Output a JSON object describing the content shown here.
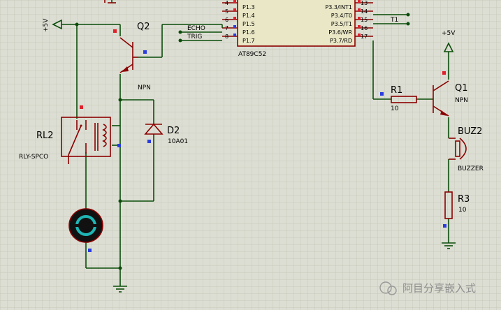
{
  "mcu": {
    "name": "AT89C52",
    "left_pins": [
      {
        "num": "4",
        "label": "P1.3"
      },
      {
        "num": "5",
        "label": "P1.4"
      },
      {
        "num": "6",
        "label": "P1.5"
      },
      {
        "num": "7",
        "label": "P1.6"
      },
      {
        "num": "8",
        "label": "P1.7"
      }
    ],
    "right_pins": [
      {
        "num": "13",
        "label": "P3.3/INT1"
      },
      {
        "num": "14",
        "label": "P3.4/T0"
      },
      {
        "num": "15",
        "label": "P3.5/T1"
      },
      {
        "num": "16",
        "label": "P3.6/WR"
      },
      {
        "num": "17",
        "label": "P3.7/RD"
      }
    ]
  },
  "nets": {
    "echo": "ECHO",
    "trig": "TRIG",
    "t1": "T1"
  },
  "power": {
    "left": "+5V",
    "right": "+5V"
  },
  "q2": {
    "ref": "Q2",
    "type": "NPN"
  },
  "q1": {
    "ref": "Q1",
    "type": "NPN"
  },
  "d2": {
    "ref": "D2",
    "value": "10A01"
  },
  "rl2": {
    "ref": "RL2",
    "value": "RLY-SPCO"
  },
  "r1": {
    "ref": "R1",
    "value": "10"
  },
  "r3": {
    "ref": "R3",
    "value": "10"
  },
  "buz2": {
    "ref": "BUZ2",
    "value": "BUZZER"
  },
  "watermark": {
    "text": "阿目分享嵌入式"
  },
  "colors": {
    "background": "#ddded3",
    "grid": "#c8c9bd",
    "wire": "#0a4d0a",
    "component": "#8b0000",
    "pin_red": "#e0202a",
    "pin_blue": "#2a3ce0",
    "motor_cyan": "#1fb5b5"
  }
}
